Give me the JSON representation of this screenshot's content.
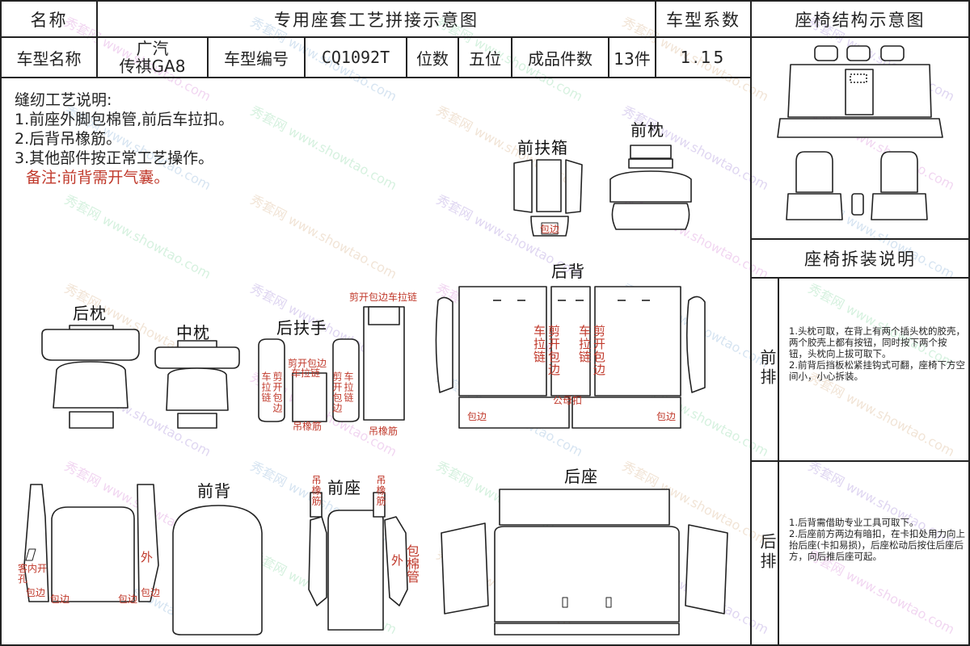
{
  "header": {
    "name_label": "名称",
    "title": "专用座套工艺拼接示意图",
    "coef_label": "车型系数",
    "struct_title": "座椅结构示意图"
  },
  "model": {
    "name_label": "车型名称",
    "name_value_line1": "广汽",
    "name_value_line2": "传祺GA8",
    "code_label": "车型编号",
    "code_value": "CQ1092T",
    "seats_label": "位数",
    "seats_value": "五位",
    "pieces_label": "成品件数",
    "pieces_value": "13件",
    "coef_value": "1.15"
  },
  "notes": {
    "title": "缝纫工艺说明:",
    "items": [
      "1.前座外脚包棉管,前后车拉扣。",
      "2.后背吊橡筋。",
      "3.其他部件按正常工艺操作。"
    ],
    "remark": "备注:前背需开气囊。"
  },
  "parts": {
    "front_armrest": "前扶箱",
    "front_headrest": "前枕",
    "rear_back": "后背",
    "rear_headrest": "后枕",
    "middle_headrest": "中枕",
    "rear_armrest": "后扶手",
    "front_back": "前背",
    "front_seat": "前座",
    "rear_seat": "后座"
  },
  "annotations": {
    "baobian": "包边",
    "cut_edge_zip": "剪开包边车拉链",
    "cut_zip_a": "剪开包边",
    "cut_zip_b": "车拉链",
    "diao_xiangjin": "吊橡筋",
    "che_la_lian": "车拉链",
    "jian_kai_bao_bian": "剪开包边",
    "gong_kou": "公母扣",
    "wai": "外",
    "bao_mian_guan": "包棉管",
    "ke_nei_kai_kong": "客内开孔"
  },
  "disassembly": {
    "title": "座椅拆装说明",
    "front_row_label": "前排",
    "front_row_text": "1.头枕可取，在背上有两个插头枕的胶壳，两个胶壳上都有按钮，同时按下两个按钮，头枕向上拔可取下。\n2.前背后挡板松紧挂钩式可翻，座椅下方空间小，小心拆装。",
    "rear_row_label": "后排",
    "rear_row_text": "1.后背需借助专业工具可取下。\n2.后座前方两边有暗扣，在卡扣处用力向上抬后座(卡扣易损)，后座松动后按住后座后方，向后推后座可起。"
  },
  "watermark": {
    "cn": "秀套网",
    "url": "www.showtao.com"
  },
  "colors": {
    "line": "#222222",
    "annotation": "#c0392b"
  }
}
